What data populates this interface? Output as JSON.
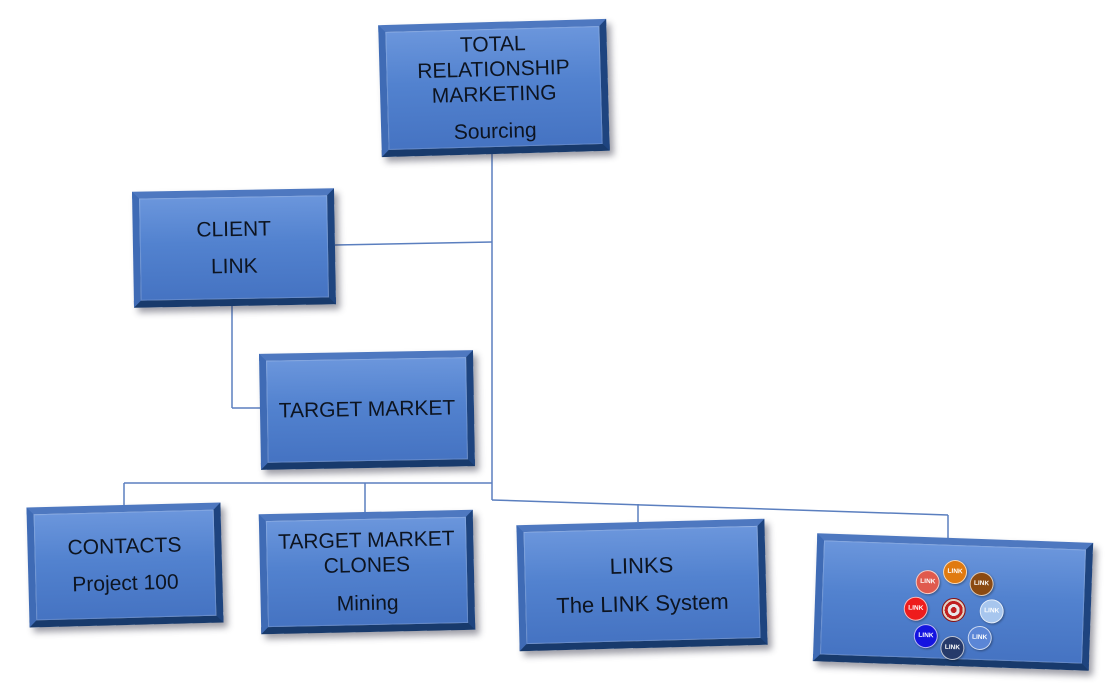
{
  "nodes": {
    "trm": {
      "line1": "TOTAL RELATIONSHIP",
      "line2": "MARKETING",
      "line3": "Sourcing"
    },
    "client": {
      "line1": "CLIENT",
      "line2": "LINK"
    },
    "target": {
      "line1": "TARGET MARKET"
    },
    "contacts": {
      "line1": "CONTACTS",
      "line2": "Project 100"
    },
    "clones": {
      "line1": "TARGET MARKET",
      "line2": "CLONES",
      "line3": "Mining"
    },
    "links": {
      "line1": "LINKS",
      "line2": "The LINK System"
    },
    "logo": {
      "dots": [
        {
          "label": "LINK",
          "color": "#e07a10"
        },
        {
          "label": "LINK",
          "color": "#8b4a12"
        },
        {
          "label": "LINK",
          "color": "#a7c6ee"
        },
        {
          "label": "LINK",
          "color": "#5b86d6"
        },
        {
          "label": "LINK",
          "color": "#263a6a"
        },
        {
          "label": "LINK",
          "color": "#1414e0"
        },
        {
          "label": "LINK",
          "color": "#ee1c1c"
        },
        {
          "label": "LINK",
          "color": "#e05a4e"
        }
      ]
    }
  },
  "colors": {
    "connector": "#5b7fbf",
    "box_fill": "#5282cf",
    "box_border": "#2d5aa3"
  }
}
